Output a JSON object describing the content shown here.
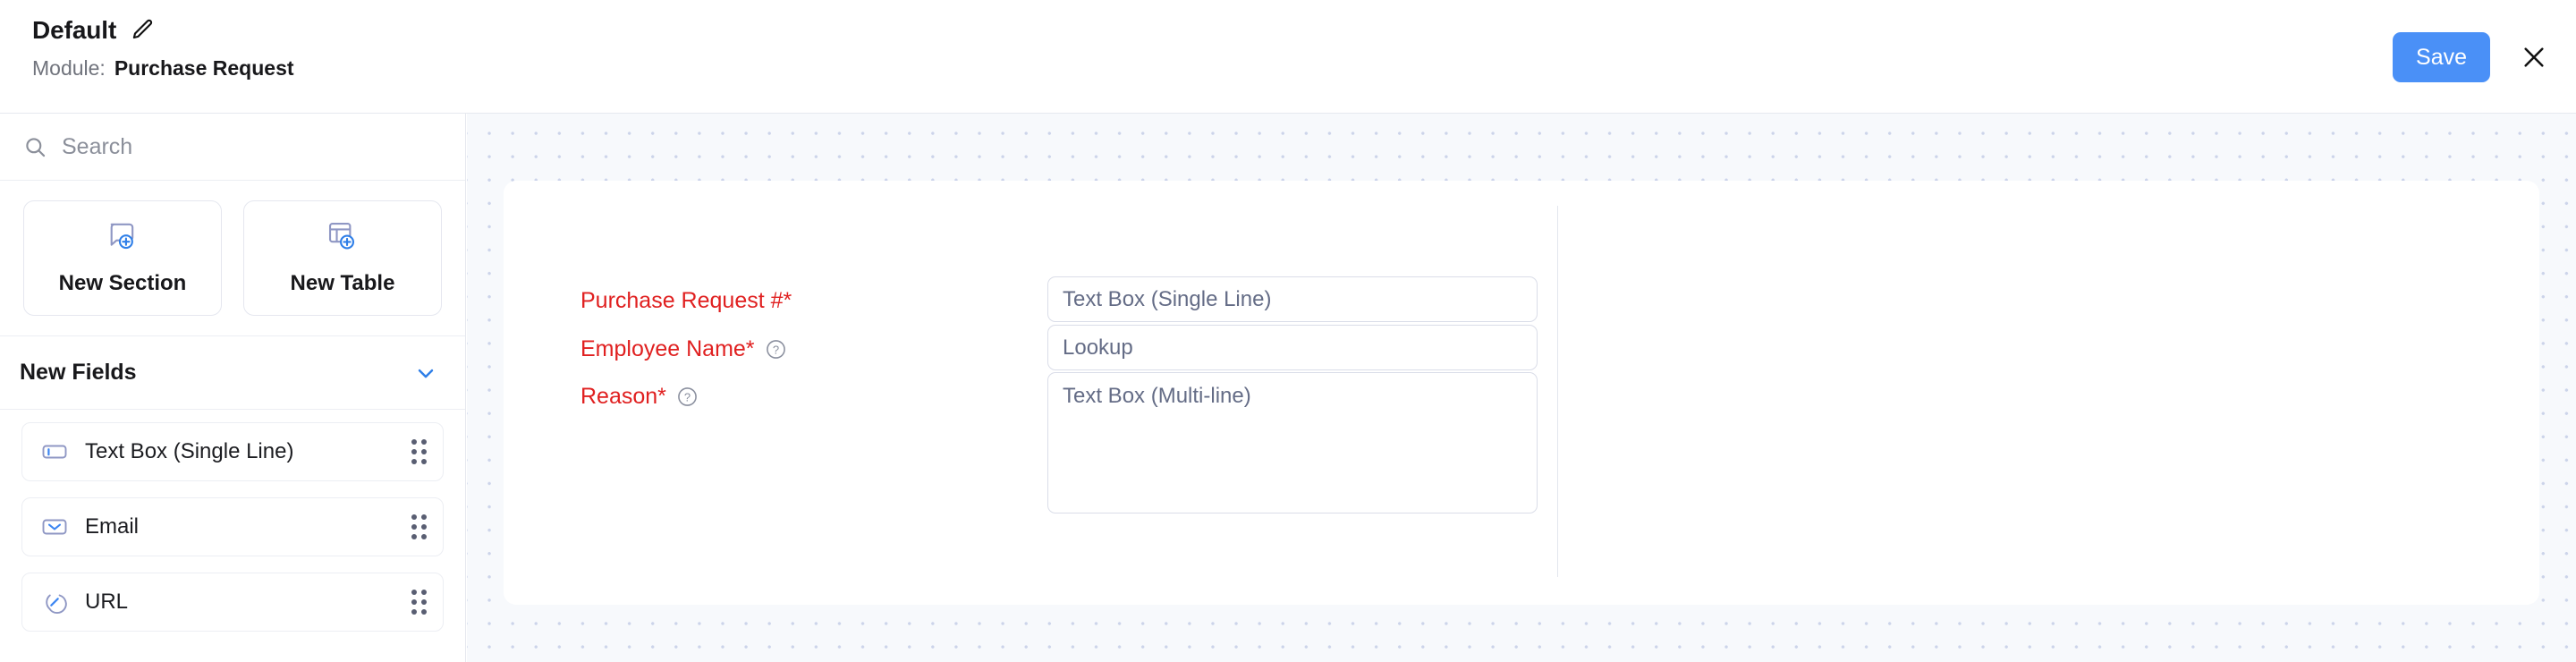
{
  "header": {
    "title": "Default",
    "edit_icon": "pencil-icon",
    "module_label": "Module:",
    "module_value": "Purchase Request",
    "save_label": "Save",
    "close_icon": "close-icon",
    "accent_color": "#4a90f7"
  },
  "sidebar": {
    "search": {
      "placeholder": "Search",
      "icon": "search-icon"
    },
    "create_buttons": [
      {
        "label": "New Section",
        "icon": "new-section-icon"
      },
      {
        "label": "New Table",
        "icon": "new-table-icon"
      }
    ],
    "new_fields": {
      "title": "New Fields",
      "chevron": "chevron-down-icon",
      "items": [
        {
          "label": "Text Box (Single Line)",
          "icon": "text-box-icon"
        },
        {
          "label": "Email",
          "icon": "email-icon"
        },
        {
          "label": "URL",
          "icon": "url-icon"
        }
      ]
    }
  },
  "canvas": {
    "form_rows": [
      {
        "label": "Purchase Request #*",
        "has_help": false,
        "placeholder": "Text Box (Single Line)",
        "multiline": false
      },
      {
        "label": "Employee Name*",
        "has_help": true,
        "placeholder": "Lookup",
        "multiline": false
      },
      {
        "label": "Reason*",
        "has_help": true,
        "placeholder": "Text Box (Multi-line)",
        "multiline": true
      }
    ],
    "required_color": "#e02020",
    "background_color": "#f7f9fc"
  }
}
